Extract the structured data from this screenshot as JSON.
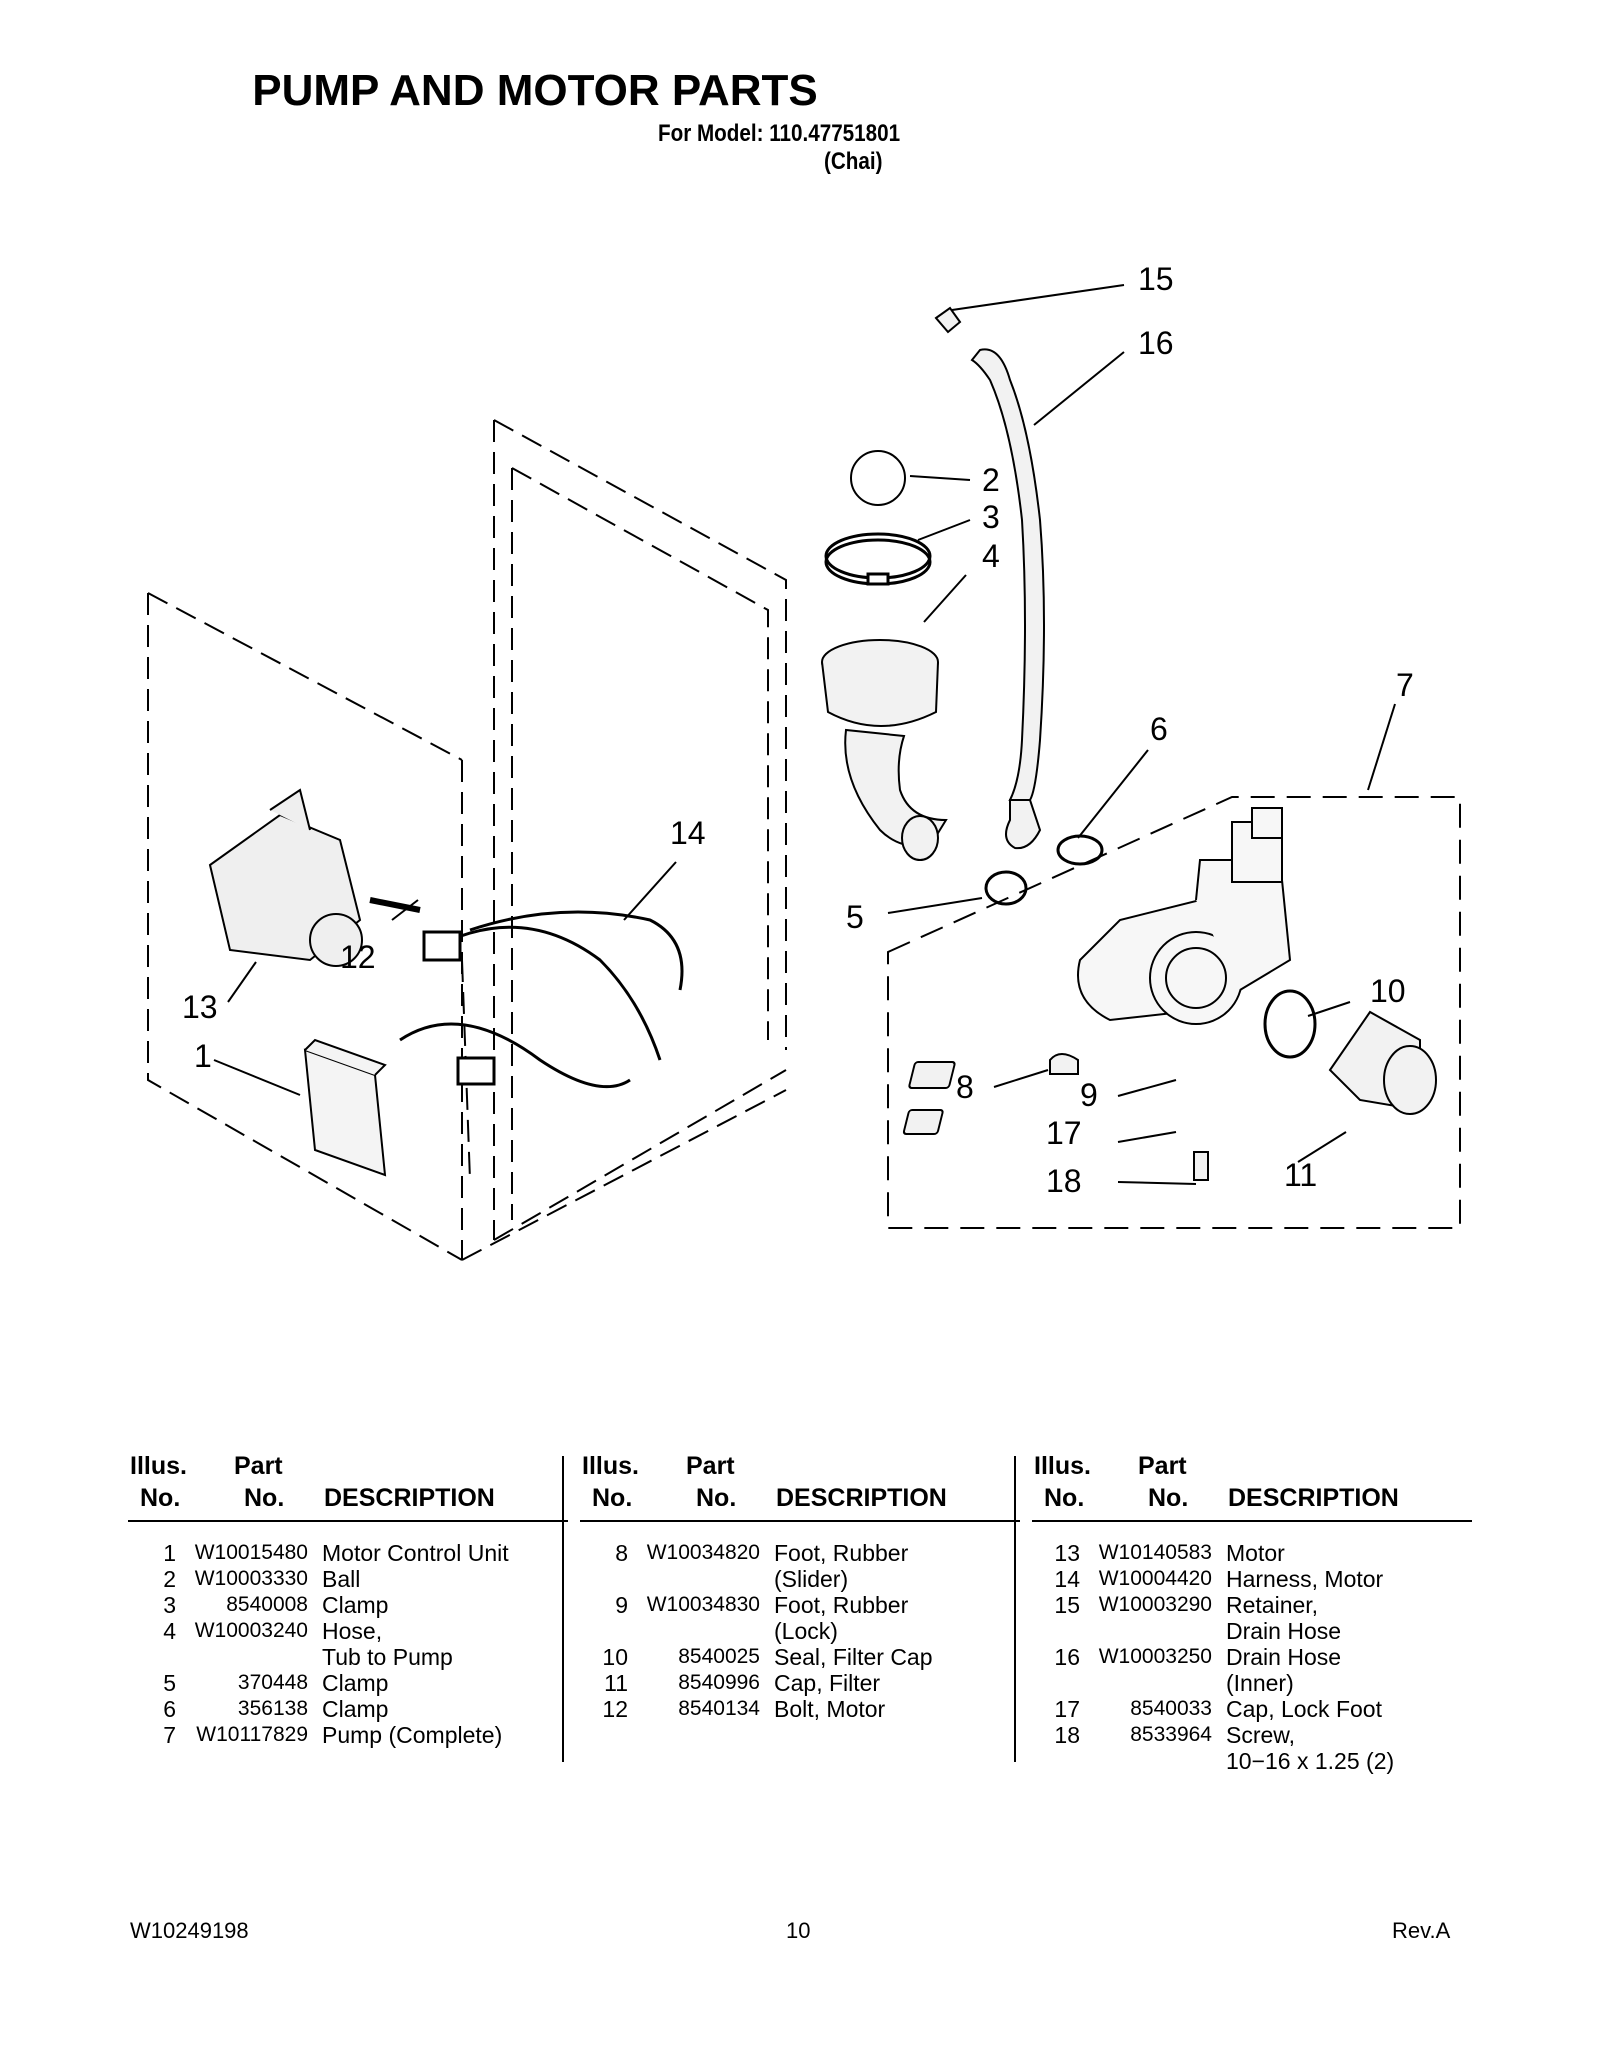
{
  "header": {
    "title": "PUMP AND MOTOR PARTS",
    "model_line": "For Model: 110.47751801",
    "model_variant": "(Chai)"
  },
  "diagram": {
    "callouts": [
      "1",
      "2",
      "3",
      "4",
      "5",
      "6",
      "7",
      "8",
      "9",
      "10",
      "11",
      "12",
      "13",
      "14",
      "15",
      "16",
      "17",
      "18"
    ]
  },
  "table": {
    "headers": {
      "illus_top": "Illus.",
      "illus_bottom": "No.",
      "part_top": "Part",
      "part_bottom": "No.",
      "description": "DESCRIPTION"
    },
    "columns": [
      [
        {
          "illus": "1",
          "part": "W10015480",
          "desc": "Motor Control Unit"
        },
        {
          "illus": "2",
          "part": "W10003330",
          "desc": "Ball"
        },
        {
          "illus": "3",
          "part": "8540008",
          "desc": "Clamp"
        },
        {
          "illus": "4",
          "part": "W10003240",
          "desc": "Hose,\nTub to Pump"
        },
        {
          "illus": "5",
          "part": "370448",
          "desc": "Clamp"
        },
        {
          "illus": "6",
          "part": "356138",
          "desc": "Clamp"
        },
        {
          "illus": "7",
          "part": "W10117829",
          "desc": "Pump (Complete)"
        }
      ],
      [
        {
          "illus": "8",
          "part": "W10034820",
          "desc": "Foot, Rubber\n(Slider)"
        },
        {
          "illus": "9",
          "part": "W10034830",
          "desc": "Foot, Rubber\n(Lock)"
        },
        {
          "illus": "10",
          "part": "8540025",
          "desc": "Seal, Filter Cap"
        },
        {
          "illus": "11",
          "part": "8540996",
          "desc": "Cap, Filter"
        },
        {
          "illus": "12",
          "part": "8540134",
          "desc": "Bolt, Motor"
        }
      ],
      [
        {
          "illus": "13",
          "part": "W10140583",
          "desc": "Motor"
        },
        {
          "illus": "14",
          "part": "W10004420",
          "desc": "Harness, Motor"
        },
        {
          "illus": "15",
          "part": "W10003290",
          "desc": "Retainer,\nDrain Hose"
        },
        {
          "illus": "16",
          "part": "W10003250",
          "desc": "Drain Hose\n(Inner)"
        },
        {
          "illus": "17",
          "part": "8540033",
          "desc": "Cap, Lock Foot"
        },
        {
          "illus": "18",
          "part": "8533964",
          "desc": "Screw,\n10−16 x 1.25 (2)"
        }
      ]
    ]
  },
  "footer": {
    "doc_number": "W10249198",
    "page_number": "10",
    "revision": "Rev.A"
  }
}
